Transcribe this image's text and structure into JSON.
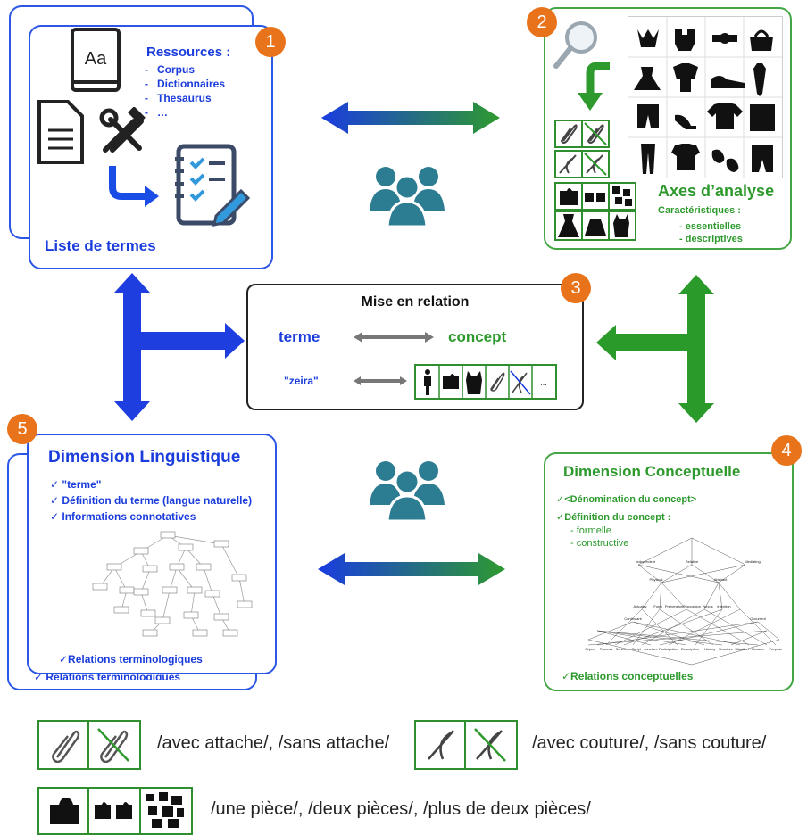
{
  "colors": {
    "blue": "#1a3cdc",
    "green": "#2e9a2e",
    "badge": "#e8731a",
    "people": "#2d7d92"
  },
  "box1": {
    "badge": "1",
    "resources_title": "Ressources :",
    "resources": [
      "Corpus",
      "Dictionnaires",
      "Thesaurus",
      "…"
    ],
    "book_label": "Aa",
    "footer": "Liste de termes"
  },
  "box2": {
    "badge": "2",
    "title": "Axes d’analyse",
    "subtitle": "Caractéristiques :",
    "items": [
      "- essentielles",
      "- descriptives"
    ]
  },
  "box3": {
    "badge": "3",
    "title": "Mise en relation",
    "left_term": "terme",
    "right_term": "concept",
    "example_term": "\"zeira\"",
    "more": "..."
  },
  "box4": {
    "badge": "4",
    "title": "Dimension Conceptuelle",
    "item1": "✓<Dénomination du concept>",
    "item2": "✓Définition du concept :",
    "sub_items": [
      "- formelle",
      "- constructive"
    ],
    "footer": "✓Relations conceptuelles",
    "lattice_labels": [
      "Independent",
      "Relative",
      "Mediating",
      "Physical",
      "Abstract",
      "Actuality",
      "Form",
      "Prehension",
      "Proposition",
      "Nexus",
      "Intention",
      "Continuant",
      "Occurrent",
      "Object",
      "Process",
      "Schema",
      "Script",
      "Juncture",
      "Participation",
      "Description",
      "History",
      "Structure",
      "Situation",
      "Reason",
      "Purpose"
    ]
  },
  "box5": {
    "badge": "5",
    "title": "Dimension Linguistique",
    "items": [
      "✓ \"terme\"",
      "✓ Définition du terme (langue naturelle)",
      "✓ Informations connotatives"
    ],
    "footer": "✓Relations terminologiques",
    "shadow_footer": "✓ Relations terminologiques"
  },
  "legend": {
    "row1_left": "/avec attache/, /sans attache/",
    "row1_right": "/avec couture/, /sans couture/",
    "row2": "/une pièce/, /deux pièces/, /plus de deux pièces/"
  }
}
